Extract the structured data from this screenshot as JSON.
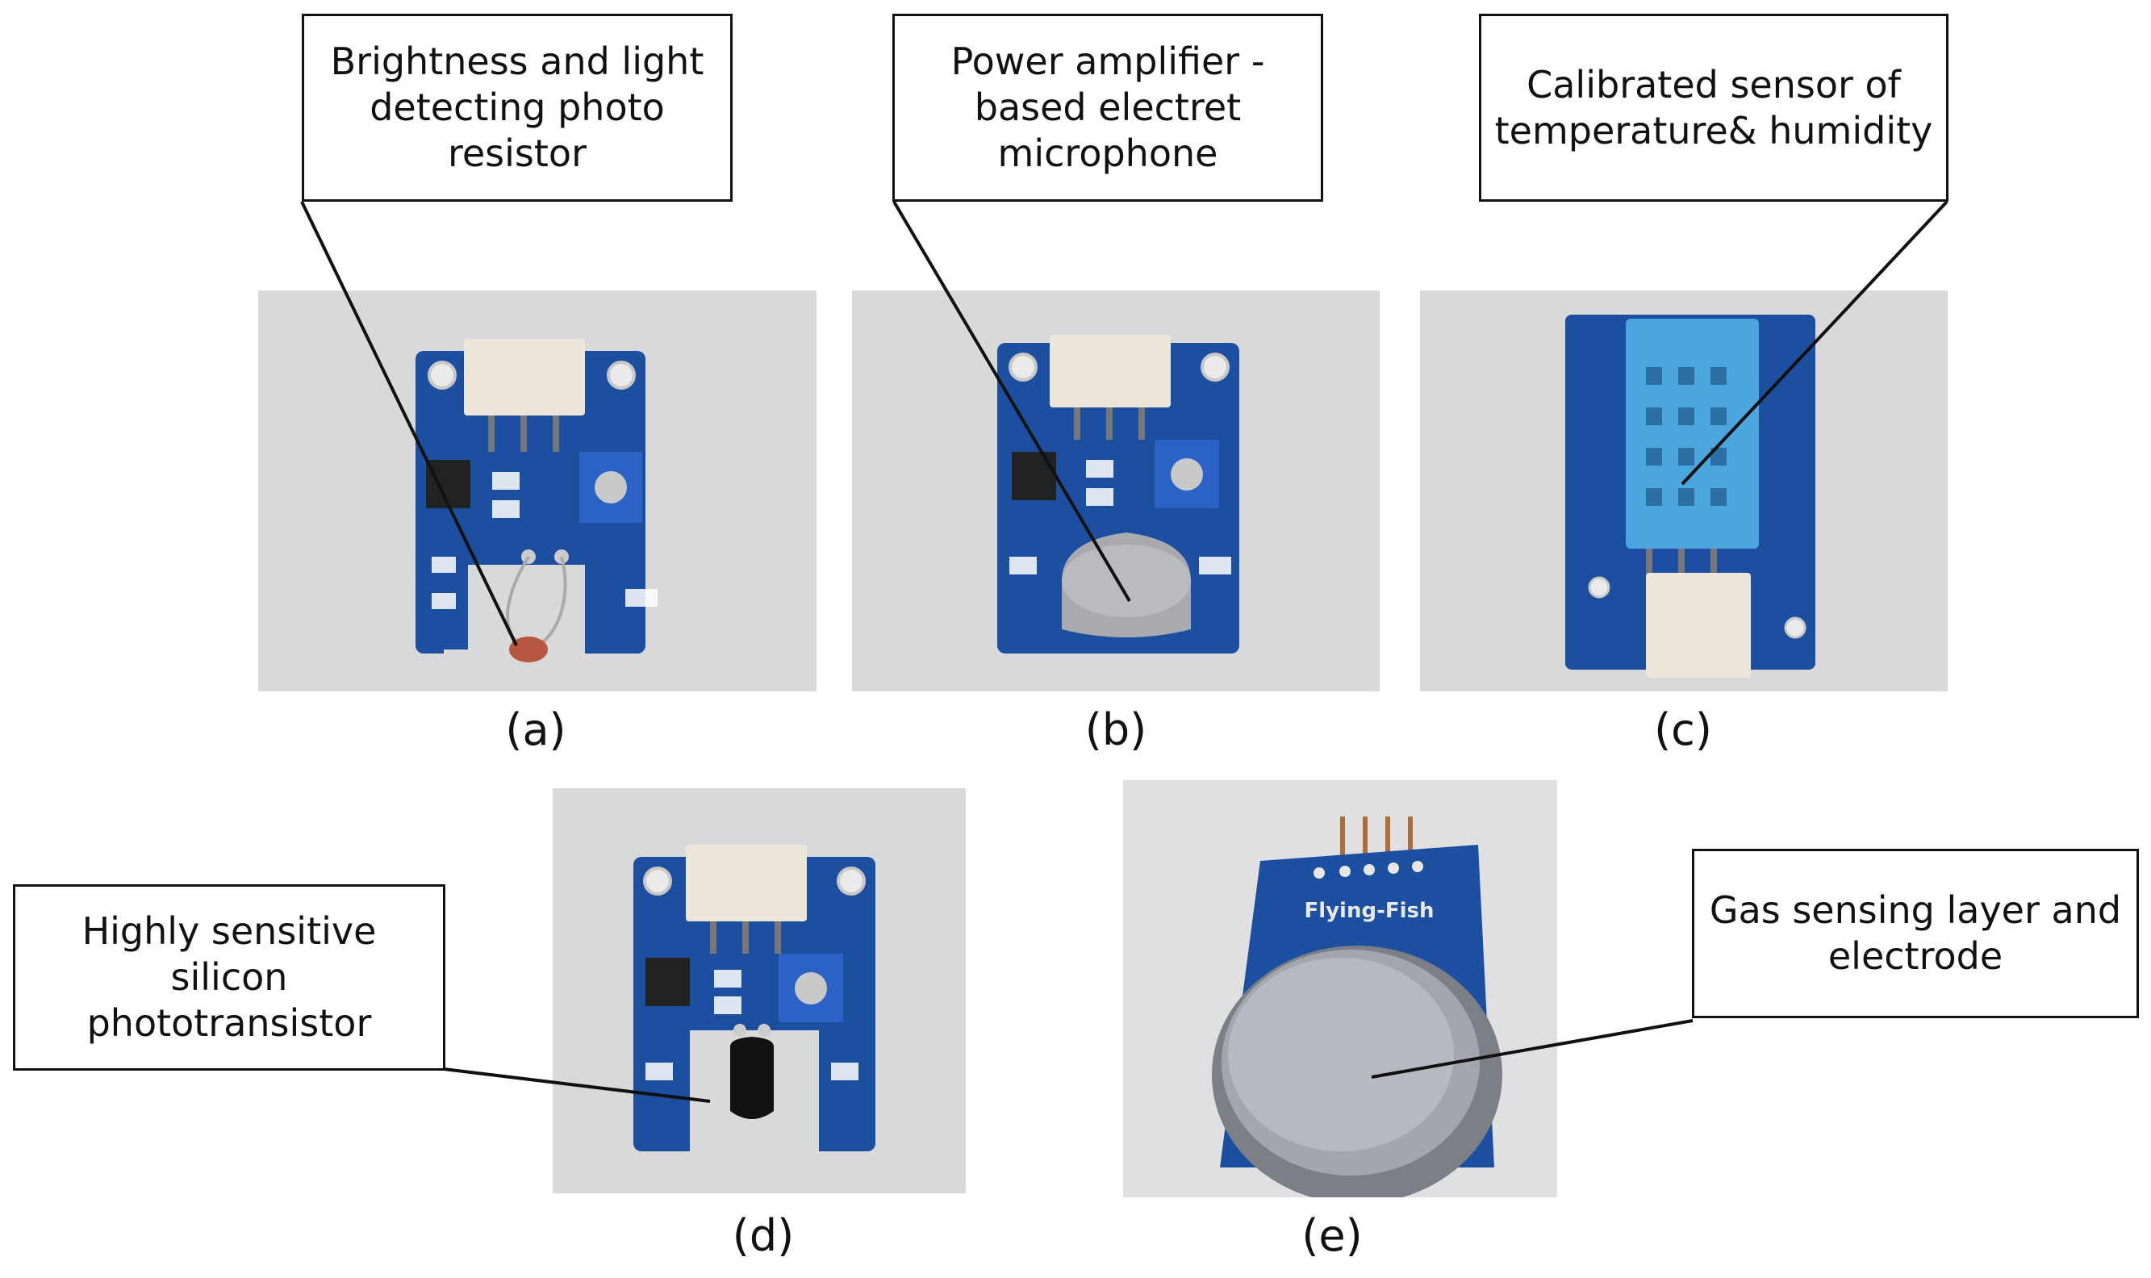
{
  "panels": {
    "a": {
      "caption": "(a)",
      "callout": "Brightness and light\ndetecting photo\nresistor"
    },
    "b": {
      "caption": "(b)",
      "callout": "Power amplifier -\nbased electret\nmicrophone"
    },
    "c": {
      "caption": "(c)",
      "callout": "Calibrated sensor of\ntemperature& humidity"
    },
    "d": {
      "caption": "(d)",
      "callout": "Highly sensitive\nsilicon\nphototransistor"
    },
    "e": {
      "caption": "(e)",
      "callout": "Gas sensing layer and\nelectrode",
      "board_print": "Flying-Fish"
    }
  },
  "colors": {
    "background_gray": "#d9d9db",
    "pcb_blue": "#1c4fa0",
    "connector_white": "#ece7da",
    "sensor_blue": "#4aa6dc"
  }
}
